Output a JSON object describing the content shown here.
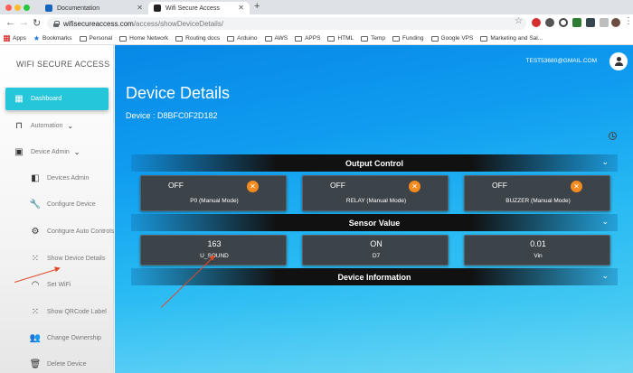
{
  "browser": {
    "tabs": [
      {
        "label": "Documentation",
        "active": false
      },
      {
        "label": "Wifi Secure Access",
        "active": true
      }
    ],
    "url_host": "wifisecureaccess.com",
    "url_path": "/access/showDeviceDetails/",
    "bookmarks": [
      "Apps",
      "Bookmarks",
      "Personal",
      "Home Network",
      "Routing docs",
      "Arduino",
      "AWS",
      "APPS",
      "HTML",
      "Temp",
      "Funding",
      "Google VPS",
      "Marketing and Sal..."
    ]
  },
  "sidebar": {
    "brand": "WIFI SECURE ACCESS",
    "items": [
      {
        "label": "Dashboard",
        "icon": "dashboard-icon"
      },
      {
        "label": "Automation",
        "icon": "automation-icon"
      },
      {
        "label": "Device Admin",
        "icon": "device-admin-icon"
      },
      {
        "label": "Devices Admin",
        "icon": "devices-admin-icon"
      },
      {
        "label": "Configure Device",
        "icon": "wrench-icon"
      },
      {
        "label": "Configure Auto Controls",
        "icon": "gear-icon"
      },
      {
        "label": "Show Device Details",
        "icon": "apps-grid-icon"
      },
      {
        "label": "Set WiFi",
        "icon": "wifi-icon"
      },
      {
        "label": "Show QRCode Label",
        "icon": "qrcode-icon"
      },
      {
        "label": "Change Ownership",
        "icon": "people-icon"
      },
      {
        "label": "Delete Device",
        "icon": "trash-icon"
      }
    ]
  },
  "header": {
    "user_email": "TEST53680@GMAIL.COM"
  },
  "main": {
    "title": "Device Details",
    "device_id": "Device : D8BFC0F2D182",
    "output_control": {
      "title": "Output Control",
      "cards": [
        {
          "state": "OFF",
          "label": "P0 (Manual Mode)",
          "toggle_icon": "close-icon"
        },
        {
          "state": "OFF",
          "label": "RELAY (Manual Mode)",
          "toggle_icon": "close-icon"
        },
        {
          "state": "OFF",
          "label": "BUZZER (Manual Mode)",
          "toggle_icon": "close-icon"
        }
      ]
    },
    "sensor_value": {
      "title": "Sensor Value",
      "cards": [
        {
          "value": "163",
          "label": "U_SOUND"
        },
        {
          "value": "ON",
          "label": "D7"
        },
        {
          "value": "0.01",
          "label": "Vin"
        }
      ]
    },
    "device_information": {
      "title": "Device Information"
    }
  },
  "colors": {
    "accent": "#26c6da",
    "toggle": "#f58a1f",
    "annotation_arrow": "#e04a2a"
  }
}
